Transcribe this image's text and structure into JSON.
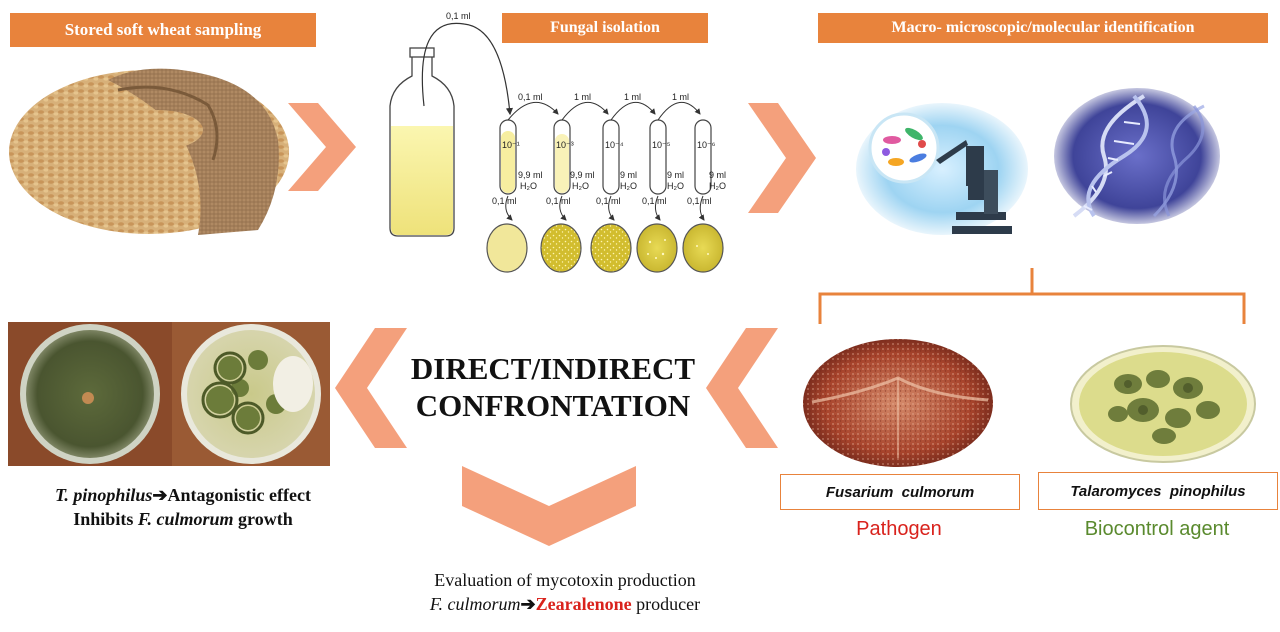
{
  "steps": {
    "sampling": "Stored soft wheat sampling",
    "isolation": "Fungal isolation",
    "identification": "Macro- microscopic/molecular identification"
  },
  "dilution": {
    "top_transfer": "0,1 ml",
    "transfers": [
      "0,1 ml",
      "1 ml",
      "1 ml",
      "1 ml"
    ],
    "tubes": [
      {
        "exp": "10⁻¹",
        "vol": "9,9 ml",
        "solvent": "H₂O"
      },
      {
        "exp": "10⁻³",
        "vol": "9,9 ml",
        "solvent": "H₂O"
      },
      {
        "exp": "10⁻⁴",
        "vol": "9 ml",
        "solvent": "H₂O"
      },
      {
        "exp": "10⁻⁵",
        "vol": "9 ml",
        "solvent": "H₂O"
      },
      {
        "exp": "10⁻⁶",
        "vol": "9 ml",
        "solvent": "H₂O"
      }
    ],
    "plating": "0,1 ml"
  },
  "confrontation": {
    "line1": "DIRECT/INDIRECT",
    "line2": "CONFRONTATION"
  },
  "species": {
    "pathogen_name": "Fusarium  culmorum",
    "pathogen_role": "Pathogen",
    "biocontrol_name": "Talaromyces  pinophilus",
    "biocontrol_role": "Biocontrol agent"
  },
  "antagonism": {
    "line1_italic": "T. pinophilus",
    "line1_rest": "Antagonistic effect",
    "line2_pre": "Inhibits ",
    "line2_italic": "F. culmorum",
    "line2_post": " growth"
  },
  "mycotoxin": {
    "line1": "Evaluation of mycotoxin production",
    "line2_italic": "F. culmorum",
    "line2_highlight": "Zearalenone",
    "line2_post": " producer"
  },
  "colors": {
    "accent": "#e8833c",
    "chevron": "#f4a07c",
    "pathogen": "#d9221c",
    "biocontrol": "#5a8a2e",
    "zearalenone": "#d9221c"
  }
}
